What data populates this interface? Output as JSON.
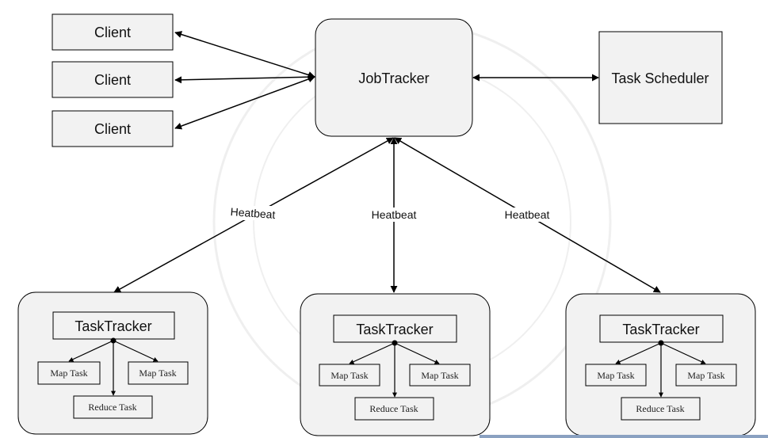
{
  "clients": [
    {
      "label": "Client"
    },
    {
      "label": "Client"
    },
    {
      "label": "Client"
    }
  ],
  "jobtracker": {
    "label": "JobTracker"
  },
  "scheduler": {
    "label": "Task Scheduler"
  },
  "heartbeat_labels": [
    "Heatbeat",
    "Heatbeat",
    "Heatbeat"
  ],
  "tasktrackers": [
    {
      "title": "TaskTracker",
      "map_left": "Map Task",
      "map_right": "Map Task",
      "reduce": "Reduce Task"
    },
    {
      "title": "TaskTracker",
      "map_left": "Map Task",
      "map_right": "Map Task",
      "reduce": "Reduce Task"
    },
    {
      "title": "TaskTracker",
      "map_left": "Map Task",
      "map_right": "Map Task",
      "reduce": "Reduce Task"
    }
  ],
  "colors": {
    "box_fill": "#f2f2f2",
    "stroke": "#000000",
    "accent_bar": "#8aa1c1"
  }
}
